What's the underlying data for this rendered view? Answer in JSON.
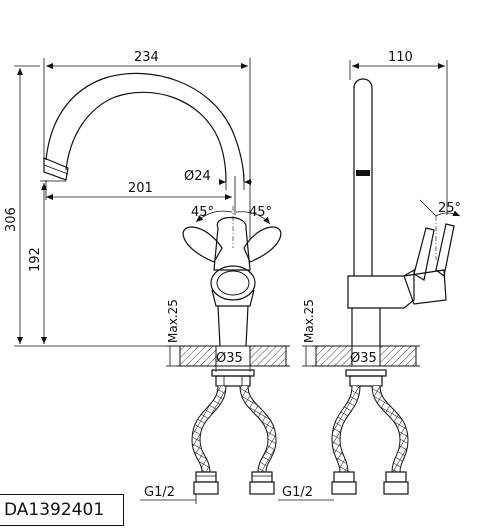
{
  "drawing": {
    "product_code": "DA1392401",
    "front_view": {
      "width_total": "234",
      "height_total": "306",
      "reach": "201",
      "spout_diameter": "Ø24",
      "spout_height": "192",
      "handle_angle_left": "45°",
      "handle_angle_right": "45°",
      "max_thickness": "Max.25",
      "hole_diameter": "Ø35",
      "thread": "G1/2"
    },
    "side_view": {
      "depth_total": "110",
      "lever_angle": "25°",
      "max_thickness": "Max.25",
      "hole_diameter": "Ø35",
      "thread": "G1/2"
    }
  }
}
